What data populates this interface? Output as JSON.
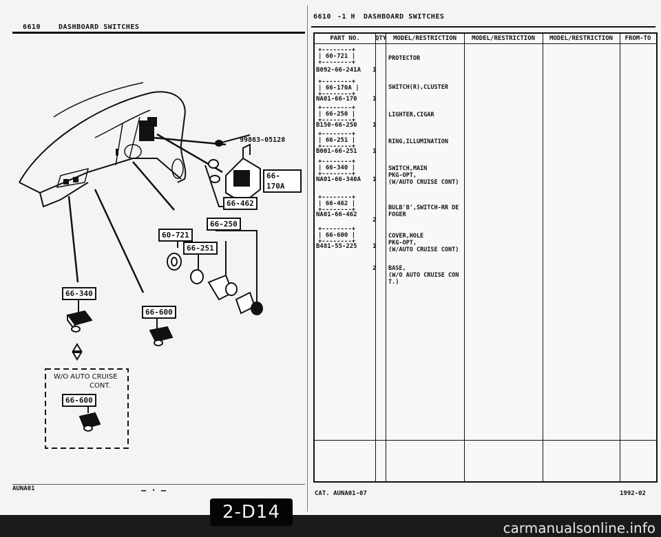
{
  "header": {
    "left_code": "6610",
    "left_title": "DASHBOARD SWITCHES",
    "right_code": "6610",
    "right_suffix": "-1 H",
    "right_title": "DASHBOARD SWITCHES"
  },
  "diagram": {
    "part_ref_label": "99863-05128",
    "callouts": [
      "66-170A",
      "66-462",
      "66-250",
      "60-721",
      "66-251",
      "66-340",
      "66-600",
      "66-600"
    ],
    "note_line1": "W/O AUTO CRUISE",
    "note_line2": "CONT."
  },
  "table": {
    "headers": [
      "PART NO.",
      "QTY",
      "MODEL/RESTRICTION",
      "MODEL/RESTRICTION",
      "MODEL/RESTRICTION",
      "FROM-TO"
    ],
    "rows": [
      {
        "ref": "60-721",
        "part_no": "B092-66-241A",
        "qty": "1",
        "desc": [
          "PROTECTOR"
        ]
      },
      {
        "ref": "66-170A",
        "part_no": "NA01-66-170",
        "qty": "1",
        "desc": [
          "SWITCH(R),CLUSTER"
        ]
      },
      {
        "ref": "66-250",
        "part_no": "B150-66-250",
        "qty": "1",
        "desc": [
          "LIGHTER,CIGAR"
        ]
      },
      {
        "ref": "66-251",
        "part_no": "B001-66-251",
        "qty": "1",
        "desc": [
          "RING,ILLUMINATION"
        ]
      },
      {
        "ref": "66-340",
        "part_no": "NA01-66-340A",
        "qty": "1",
        "desc": [
          "SWITCH,MAIN",
          "PKG-OPT,",
          "(W/AUTO CRUISE CONT)"
        ]
      },
      {
        "ref": "66-462",
        "part_no": "NA01-66-462",
        "qty": "2",
        "desc": [
          "BULB'B',SWITCH-RR DE",
          "FOGER"
        ]
      },
      {
        "ref": "66-600",
        "part_no": "B481-55-225",
        "qty": "1",
        "desc": [
          "COVER,HOLE",
          "PKG-OPT,",
          "(W/AUTO CRUISE CONT)"
        ]
      },
      {
        "ref": "",
        "part_no": "",
        "qty": "2",
        "desc": [
          "BASE,",
          "(W/O AUTO CRUISE CON",
          "T.)"
        ]
      }
    ]
  },
  "footer": {
    "left_code": "AUNA01",
    "cat": "CAT. AUNA01-07",
    "date": "1992-02",
    "page": "2-D14",
    "watermark": "carmanualsonline.info"
  }
}
